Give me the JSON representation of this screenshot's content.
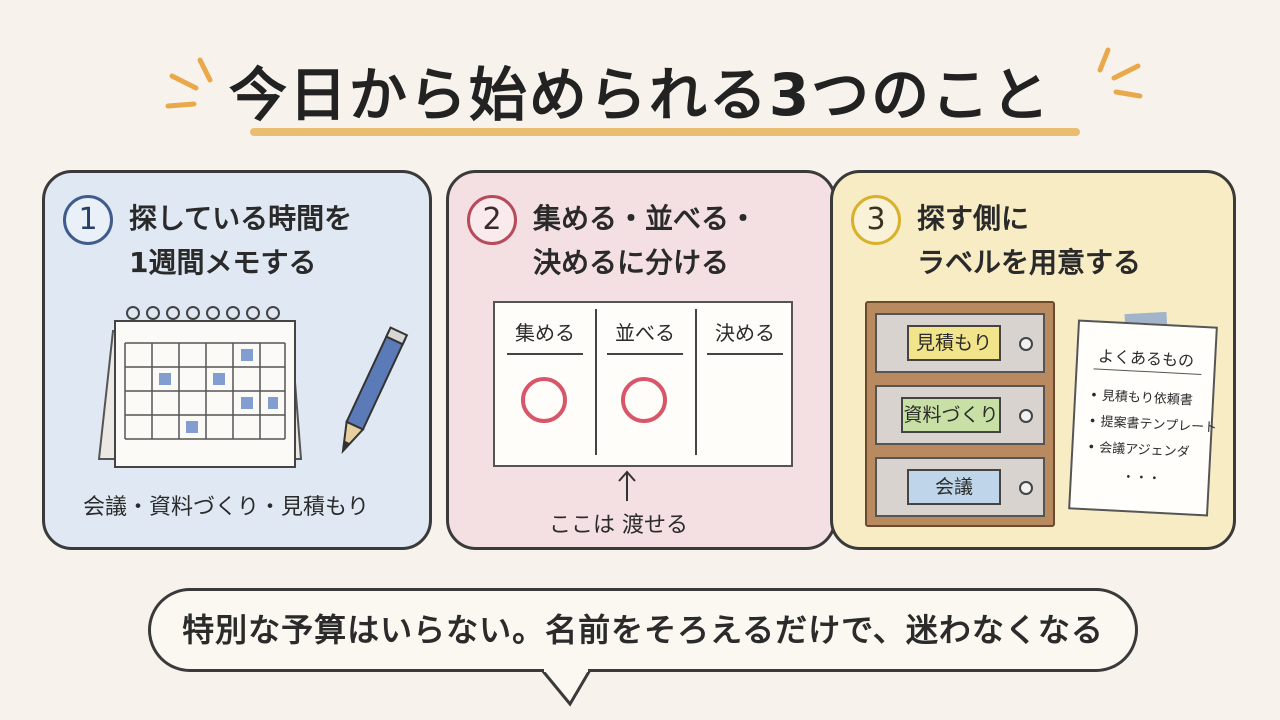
{
  "title": "今日から始められる3つのこと",
  "colors": {
    "accent": "#e9b35c",
    "blue": "#dfe8f3",
    "pink": "#f4dfe3",
    "yellow": "#f7ecc4",
    "ring": "#d8566a"
  },
  "cards": [
    {
      "number": "1",
      "title_line1": "探している時間を",
      "title_line2": "1週間メモする",
      "caption": "会議・資料づくり・見積もり"
    },
    {
      "number": "2",
      "title_line1": "集める・並べる・",
      "title_line2": "決めるに分ける",
      "columns": [
        "集める",
        "並べる",
        "決める"
      ],
      "caption": "ここは 渡せる"
    },
    {
      "number": "3",
      "title_line1": "探す側に",
      "title_line2": "ラベルを用意する",
      "drawers": [
        "見積もり",
        "資料づくり",
        "会議"
      ],
      "note_title": "よくあるもの",
      "note_items": [
        "• 見積もり依頼書",
        "• 提案書テンプレート",
        "• 会議アジェンダ",
        "・・・"
      ]
    }
  ],
  "bubble": "特別な予算はいらない。名前をそろえるだけで、迷わなくなる"
}
